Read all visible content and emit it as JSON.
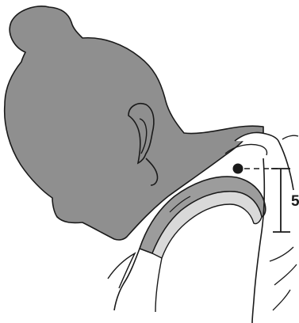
{
  "illustration": {
    "subject": "person-with-neck-pillow-side-view",
    "measurement": {
      "label": "5",
      "marker": "filled-dot",
      "line_style": "dashed-then-solid"
    }
  },
  "colors": {
    "silhouette": "#8f8f8f",
    "pillow_band": "#9c9c9c",
    "pillow_inner": "#d9d9d9",
    "line": "#1a1a1a",
    "background": "#ffffff"
  }
}
